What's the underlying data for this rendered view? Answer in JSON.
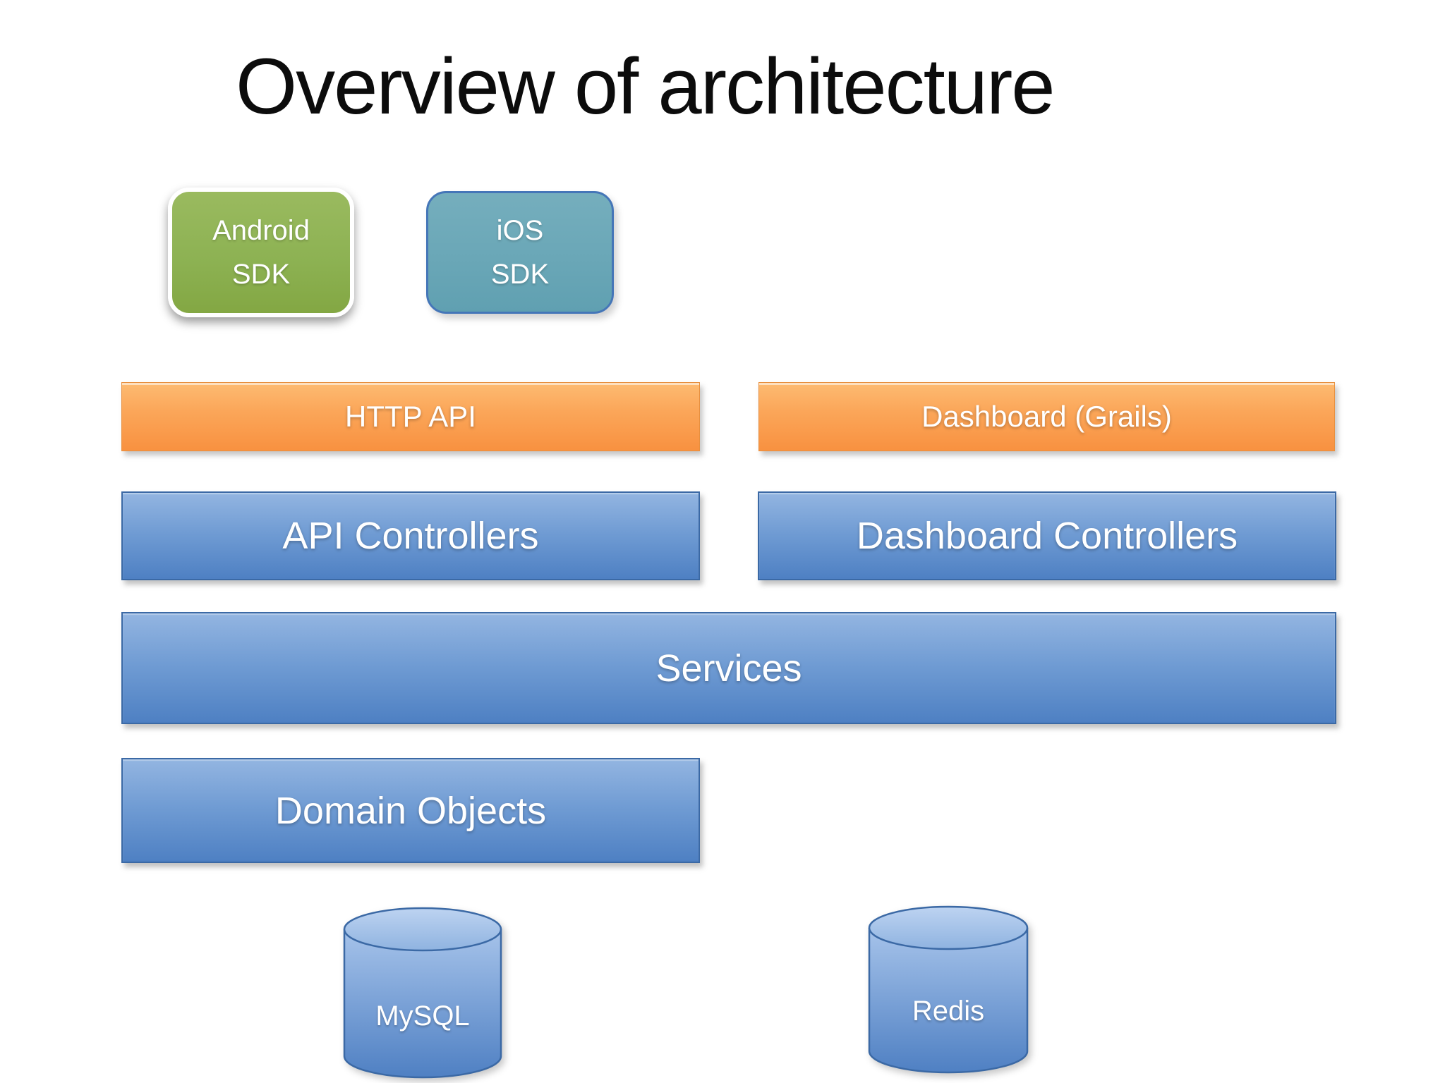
{
  "slide": {
    "title": "Overview of architecture",
    "background": "#ffffff",
    "title_color": "#0c0c0c"
  },
  "colors": {
    "android_green": "#8db253",
    "ios_teal": "#6aa7b7",
    "ios_border": "#4576b8",
    "orange_top": "#fdbb72",
    "orange_bottom": "#f89140",
    "blue_top": "#93b5e1",
    "blue_bottom": "#4e80c3",
    "blue_border": "#3b69a5",
    "label_text": "#ffffff"
  },
  "sdk_boxes": [
    {
      "name": "android-sdk",
      "lines": [
        "Android",
        "SDK"
      ]
    },
    {
      "name": "ios-sdk",
      "lines": [
        "iOS",
        "SDK"
      ]
    }
  ],
  "bars": [
    {
      "name": "http-api",
      "label": "HTTP API",
      "style": "orange"
    },
    {
      "name": "dashboard-grails",
      "label": "Dashboard (Grails)",
      "style": "orange"
    },
    {
      "name": "api-controllers",
      "label": "API Controllers",
      "style": "blue"
    },
    {
      "name": "dashboard-controllers",
      "label": "Dashboard Controllers",
      "style": "blue"
    },
    {
      "name": "services",
      "label": "Services",
      "style": "blue"
    },
    {
      "name": "domain-objects",
      "label": "Domain Objects",
      "style": "blue"
    }
  ],
  "databases": [
    {
      "name": "mysql",
      "label": "MySQL"
    },
    {
      "name": "redis",
      "label": "Redis"
    }
  ]
}
